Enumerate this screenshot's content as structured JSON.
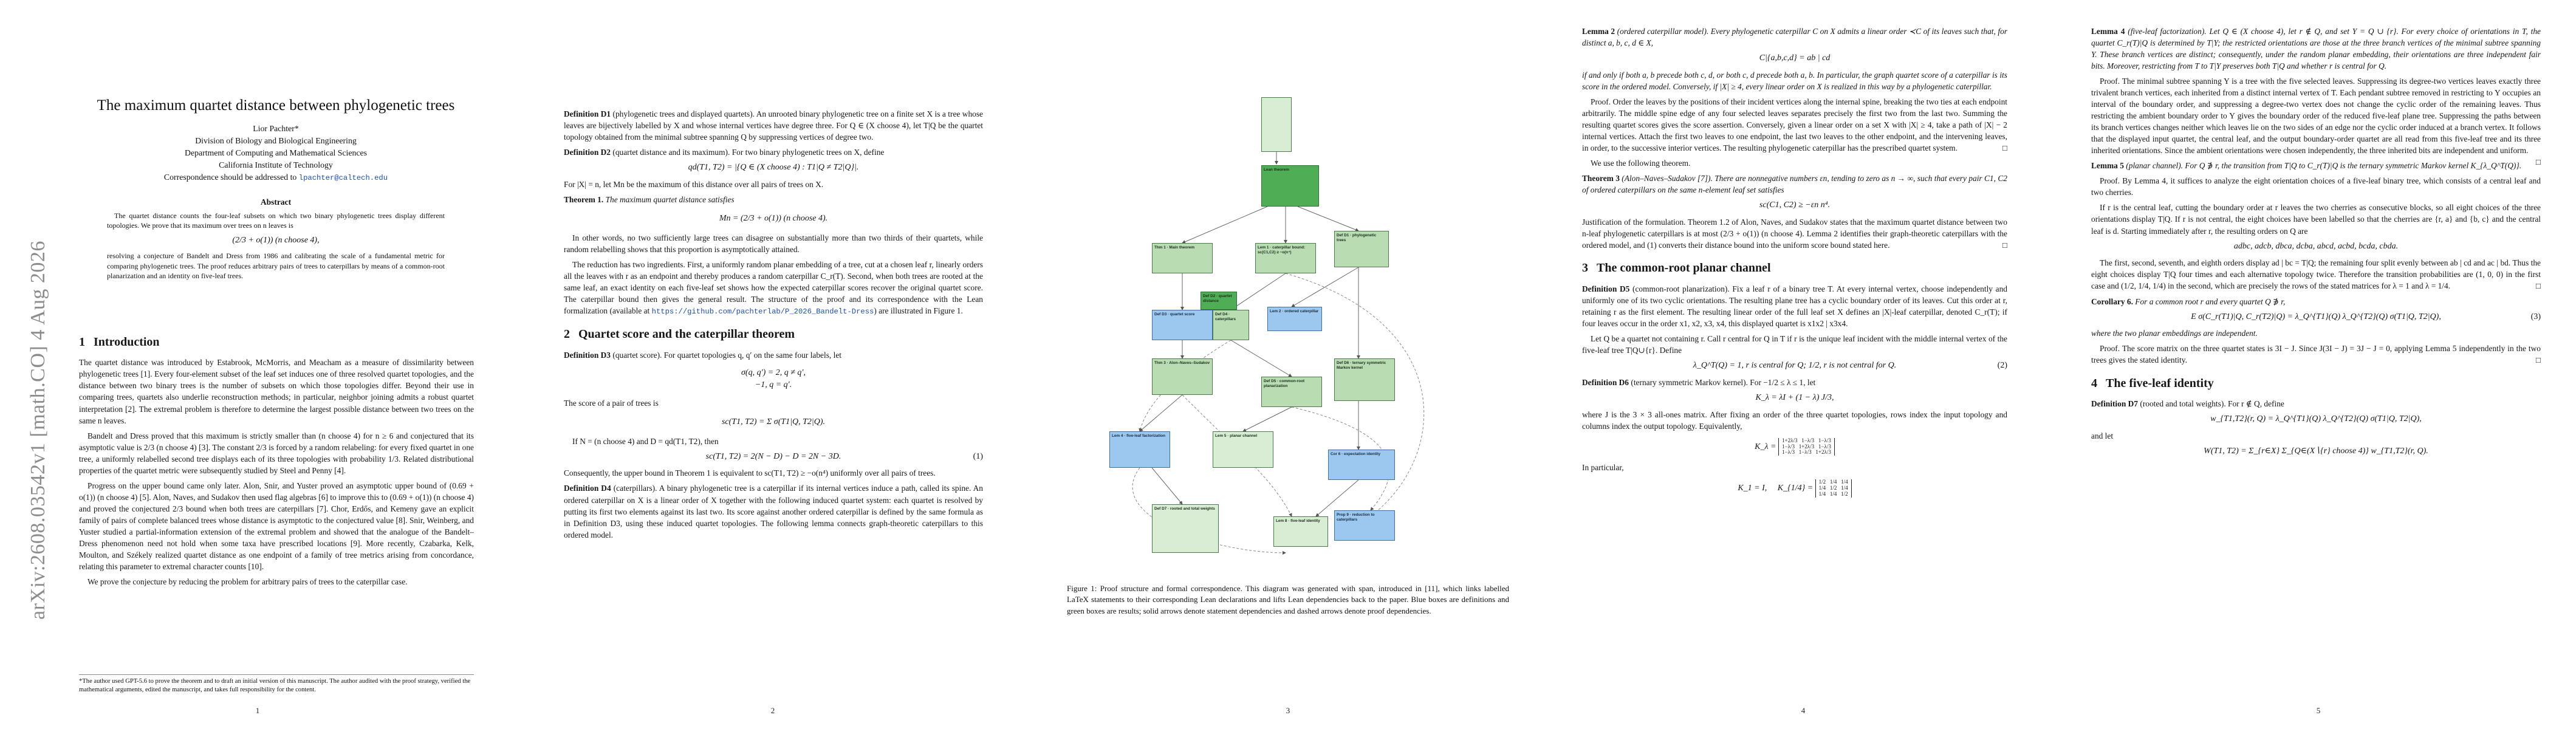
{
  "page1": {
    "arxiv_stamp": "arXiv:2608.03542v1  [math.CO]  4 Aug 2026",
    "title": "The maximum quartet distance between phylogenetic trees",
    "author": "Lior Pachter*",
    "affil1": "Division of Biology and Biological Engineering",
    "affil2": "Department of Computing and Mathematical Sciences",
    "affil3": "California Institute of Technology",
    "corr_text": "Correspondence should be addressed to",
    "corr_email": "lpachter@caltech.edu",
    "abstract_heading": "Abstract",
    "abstract_p1": "The quartet distance counts the four-leaf subsets on which two binary phylogenetic trees display different topologies. We prove that its maximum over trees on n leaves is",
    "abstract_formula": "(2/3 + o(1)) (n choose 4),",
    "abstract_p2": "resolving a conjecture of Bandelt and Dress from 1986 and calibrating the scale of a fundamental metric for comparing phylogenetic trees. The proof reduces arbitrary pairs of trees to caterpillars by means of a common-root planarization and an identity on five-leaf trees.",
    "section1_num": "1",
    "section1_title": "Introduction",
    "intro_p1": "The quartet distance was introduced by Estabrook, McMorris, and Meacham as a measure of dissimilarity between phylogenetic trees [1]. Every four-element subset of the leaf set induces one of three resolved quartet topologies, and the distance between two binary trees is the number of subsets on which those topologies differ. Beyond their use in comparing trees, quartets also underlie reconstruction methods; in particular, neighbor joining admits a robust quartet interpretation [2]. The extremal problem is therefore to determine the largest possible distance between two trees on the same n leaves.",
    "intro_p2": "Bandelt and Dress proved that this maximum is strictly smaller than (n choose 4) for n ≥ 6 and conjectured that its asymptotic value is 2/3 (n choose 4) [3]. The constant 2/3 is forced by a random relabeling: for every fixed quartet in one tree, a uniformly relabelled second tree displays each of its three topologies with probability 1/3. Related distributional properties of the quartet metric were subsequently studied by Steel and Penny [4].",
    "intro_p3": "Progress on the upper bound came only later. Alon, Snir, and Yuster proved an asymptotic upper bound of (0.69 + o(1)) (n choose 4) [5]. Alon, Naves, and Sudakov then used flag algebras [6] to improve this to (0.69 + o(1)) (n choose 4) and proved the conjectured 2/3 bound when both trees are caterpillars [7]. Chor, Erdős, and Kemeny gave an explicit family of pairs of complete balanced trees whose distance is asymptotic to the conjectured value [8]. Snir, Weinberg, and Yuster studied a partial-information extension of the extremal problem and showed that the analogue of the Bandelt–Dress phenomenon need not hold when some taxa have prescribed locations [9]. More recently, Czabarka, Kelk, Moulton, and Székely realized quartet distance as one endpoint of a family of tree metrics arising from concordance, relating this parameter to extremal character counts [10].",
    "intro_p4": "We prove the conjecture by reducing the problem for arbitrary pairs of trees to the caterpillar case.",
    "footnote": "*The author used GPT-5.6 to prove the theorem and to draft an initial version of this manuscript. The author audited with the proof strategy, verified the mathematical arguments, edited the manuscript, and takes full responsibility for the content.",
    "page_number": "1"
  },
  "page2": {
    "d1_head": "Definition D1",
    "d1_text": "(phylogenetic trees and displayed quartets). An unrooted binary phylogenetic tree on a finite set X is a tree whose leaves are bijectively labelled by X and whose internal vertices have degree three. For Q ∈ (X choose 4), let T|Q be the quartet topology obtained from the minimal subtree spanning Q by suppressing vertices of degree two.",
    "d2_head": "Definition D2",
    "d2_text": "(quartet distance and its maximum). For two binary phylogenetic trees on X, define",
    "d2_formula": "qd(T1, T2) = |{Q ∈ (X choose 4) : T1|Q ≠ T2|Q}|.",
    "d2_after": "For |X| = n, let Mn be the maximum of this distance over all pairs of trees on X.",
    "thm1_head": "Theorem 1.",
    "thm1_text": "The maximum quartet distance satisfies",
    "thm1_formula": "Mn = (2/3 + o(1)) (n choose 4).",
    "p_words": "In other words, no two sufficiently large trees can disagree on substantially more than two thirds of their quartets, while random relabelling shows that this proportion is asymptotically attained.",
    "p_reduction": "The reduction has two ingredients. First, a uniformly random planar embedding of a tree, cut at a chosen leaf r, linearly orders all the leaves with r as an endpoint and thereby produces a random caterpillar C_r(T). Second, when both trees are rooted at the same leaf, an exact identity on each five-leaf set shows how the expected caterpillar scores recover the original quartet score. The caterpillar bound then gives the general result. The structure of the proof and its correspondence with the Lean formalization (available at",
    "p_reduction_link": "https://github.com/pachterlab/P_2026_Bandelt-Dress",
    "p_reduction_end": ") are illustrated in Figure 1.",
    "section2_num": "2",
    "section2_title": "Quartet score and the caterpillar theorem",
    "d3_head": "Definition D3",
    "d3_text": "(quartet score). For quartet topologies q, q′ on the same four labels, let",
    "d3_formula_1": "σ(q, q′) = 2,  q ≠ q′,",
    "d3_formula_2": "           −1,  q = q′.",
    "score_text": "The score of a pair of trees is",
    "score_formula": "sc(T1, T2) = Σ σ(T1|Q, T2|Q).",
    "if_text": "If N = (n choose 4) and D = qd(T1, T2), then",
    "if_formula": "sc(T1, T2) = 2(N − D) − D = 2N − 3D.",
    "if_tag": "(1)",
    "conseq_text": "Consequently, the upper bound in Theorem 1 is equivalent to sc(T1, T2) ≥ −o(n⁴) uniformly over all pairs of trees.",
    "d4_head": "Definition D4",
    "d4_text": "(caterpillars). A binary phylogenetic tree is a caterpillar if its internal vertices induce a path, called its spine. An ordered caterpillar on X is a linear order of X together with the following induced quartet system: each quartet is resolved by putting its first two elements against its last two. Its score against another ordered caterpillar is defined by the same formula as in Definition D3, using these induced quartet topologies. The following lemma connects graph-theoretic caterpillars to this ordered model.",
    "page_number": "2"
  },
  "page3": {
    "fig_nodes": [
      "Lean theorem",
      "Thm 1 · Main theorem",
      "Lem 1 · caterpillar bound: sc(C1,C2) ≥ −o(n⁴)",
      "Def D1 · phylogenetic trees",
      "Def D2 · quartet distance",
      "Def D3 · quartet score",
      "Def D4 · caterpillars",
      "Lem 2 · ordered caterpillar",
      "Thm 3 · Alon–Naves–Sudakov",
      "Def D5 · common-root planarization",
      "Def D6 · ternary symmetric Markov kernel",
      "Lem 4 · five-leaf factorization",
      "Lem 5 · planar channel",
      "Cor 6 · expectation identity",
      "Def D7 · rooted and total weights",
      "Lem 8 · five-leaf identity",
      "Prop 9 · reduction to caterpillars"
    ],
    "caption_label": "Figure 1:",
    "caption_text": "Proof structure and formal correspondence. This diagram was generated with span, introduced in [11], which links labelled LaTeX statements to their corresponding Lean declarations and lifts Lean dependencies back to the paper. Blue boxes are definitions and green boxes are results; solid arrows denote statement dependencies and dashed arrows denote proof dependencies.",
    "page_number": "3"
  },
  "page4": {
    "lem2_head": "Lemma 2",
    "lem2_text": "(ordered caterpillar model). Every phylogenetic caterpillar C on X admits a linear order ≺C of its leaves such that, for distinct a, b, c, d ∈ X,",
    "lem2_formula": "C|{a,b,c,d} = ab | cd",
    "lem2_after": "if and only if both a, b precede both c, d, or both c, d precede both a, b. In particular, the graph quartet score of a caterpillar is its score in the ordered model. Conversely, if |X| ≥ 4, every linear order on X is realized in this way by a phylogenetic caterpillar.",
    "proof2_text": "Proof. Order the leaves by the positions of their incident vertices along the internal spine, breaking the two ties at each endpoint arbitrarily. The middle spine edge of any four selected leaves separates precisely the first two from the last two. Summing the resulting quartet scores gives the score assertion. Conversely, given a linear order on a set X with |X| ≥ 4, take a path of |X| − 2 internal vertices. Attach the first two leaves to one endpoint, the last two leaves to the other endpoint, and the intervening leaves, in order, to the successive interior vertices. The resulting phylogenetic caterpillar has the prescribed quartet system.",
    "use_following": "We use the following theorem.",
    "thm3_head": "Theorem 3",
    "thm3_text": "(Alon–Naves–Sudakov [7]). There are nonnegative numbers εn, tending to zero as n → ∞, such that every pair C1, C2 of ordered caterpillars on the same n-element leaf set satisfies",
    "thm3_formula": "sc(C1, C2) ≥ −εn n⁴.",
    "justif_text": "Justification of the formulation. Theorem 1.2 of Alon, Naves, and Sudakov states that the maximum quartet distance between two n-leaf phylogenetic caterpillars is at most (2/3 + o(1)) (n choose 4). Lemma 2 identifies their graph-theoretic caterpillars with the ordered model, and (1) converts their distance bound into the uniform score bound stated here.",
    "section3_num": "3",
    "section3_title": "The common-root planar channel",
    "d5_head": "Definition D5",
    "d5_text": "(common-root planarization). Fix a leaf r of a binary tree T. At every internal vertex, choose independently and uniformly one of its two cyclic orientations. The resulting plane tree has a cyclic boundary order of its leaves. Cut this order at r, retaining r as the first element. The resulting linear order of the full leaf set X defines an |X|-leaf caterpillar, denoted C_r(T); if four leaves occur in the order x1, x2, x3, x4, this displayed quartet is x1x2 | x3x4.",
    "d5_text2": "Let Q be a quartet not containing r. Call r central for Q in T if r is the unique leaf incident with the middle internal vertex of the five-leaf tree T|Q∪{r}. Define",
    "d5_formula": "λ_Q^T(Q) = 1, r is central for Q;  1/2, r is not central for Q.",
    "d5_tag": "(2)",
    "d6_head": "Definition D6",
    "d6_text": "(ternary symmetric Markov kernel). For −1/2 ≤ λ ≤ 1, let",
    "d6_formula": "K_λ = λI + (1 − λ) J/3,",
    "d6_after": "where J is the 3 × 3 all-ones matrix. After fixing an order of the three quartet topologies, rows index the input topology and columns index the output topology. Equivalently,",
    "k_label": "K_λ =",
    "in_particular": "In particular,",
    "k1_label": "K_1 = I,",
    "khalf_label": "K_{1/4} =",
    "page_number": "4"
  },
  "page5": {
    "lem4_head": "Lemma 4",
    "lem4_text": "(five-leaf factorization). Let Q ∈ (X choose 4), let r ∉ Q, and set Y = Q ∪ {r}. For every choice of orientations in T, the quartet C_r(T)|Q is determined by T|Y; the restricted orientations are those at the three branch vertices of the minimal subtree spanning Y. These branch vertices are distinct; consequently, under the random planar embedding, their orientations are three independent fair bits. Moreover, restricting from T to T|Y preserves both T|Q and whether r is central for Q.",
    "proof4_text": "Proof. The minimal subtree spanning Y is a tree with the five selected leaves. Suppressing its degree-two vertices leaves exactly three trivalent branch vertices, each inherited from a distinct internal vertex of T. Each pendant subtree removed in restricting to Y occupies an interval of the boundary order, and suppressing a degree-two vertex does not change the cyclic order of the remaining leaves. Thus restricting the ambient boundary order to Y gives the boundary order of the reduced five-leaf plane tree. Suppressing the paths between its branch vertices changes neither which leaves lie on the two sides of an edge nor the cyclic order induced at a branch vertex. It follows that the displayed input quartet, the central leaf, and the output boundary-order quartet are all read from this five-leaf tree and its three inherited orientations. Since the ambient orientations were chosen independently, the three inherited bits are independent and uniform.",
    "lem5_head": "Lemma 5",
    "lem5_text": "(planar channel). For Q ∌ r, the transition from T|Q to C_r(T)|Q is the ternary symmetric Markov kernel K_{λ_Q^T(Q)}.",
    "proof5_text": "Proof. By Lemma 4, it suffices to analyze the eight orientation choices of a five-leaf binary tree, which consists of a central leaf and two cherries.",
    "proof5_text2": "If r is the central leaf, cutting the boundary order at r leaves the two cherries as consecutive blocks, so all eight choices of the three orientations display T|Q. If r is not central, the eight choices have been labelled so that the cherries are {r, a} and {b, c} and the central leaf is d. Starting immediately after r, the resulting orders on Q are",
    "orders": "adbc, adcb, dbca, dcba, abcd, acbd, bcda, cbda.",
    "proof5_text3": "The first, second, seventh, and eighth orders display ad | bc = T|Q; the remaining four split evenly between ab | cd and ac | bd. Thus the eight choices display T|Q four times and each alternative topology twice. Therefore the transition probabilities are (1, 0, 0) in the first case and (1/2, 1/4, 1/4) in the second, which are precisely the rows of the stated matrices for λ = 1 and λ = 1/4.",
    "cor6_head": "Corollary 6.",
    "cor6_text": "For a common root r and every quartet Q ∌ r,",
    "cor6_formula": "E σ(C_r(T1)|Q, C_r(T2)|Q) = λ_Q^{T1}(Q) λ_Q^{T2}(Q) σ(T1|Q, T2|Q),",
    "cor6_tag": "(3)",
    "cor6_after": "where the two planar embeddings are independent.",
    "proof6_text": "Proof. The score matrix on the three quartet states is 3I − J. Since J(3I − J) = 3J − J = 0, applying Lemma 5 independently in the two trees gives the stated identity.",
    "section4_num": "4",
    "section4_title": "The five-leaf identity",
    "d7_head": "Definition D7",
    "d7_text": "(rooted and total weights). For r ∉ Q, define",
    "d7_formula": "w_{T1,T2}(r, Q) = λ_Q^{T1}(Q) λ_Q^{T2}(Q) σ(T1|Q, T2|Q),",
    "and_let": "and let",
    "d7_formula2": "W(T1, T2) = Σ_{r∈X} Σ_{Q∈(X∖{r} choose 4)} w_{T1,T2}(r, Q).",
    "page_number": "5"
  }
}
